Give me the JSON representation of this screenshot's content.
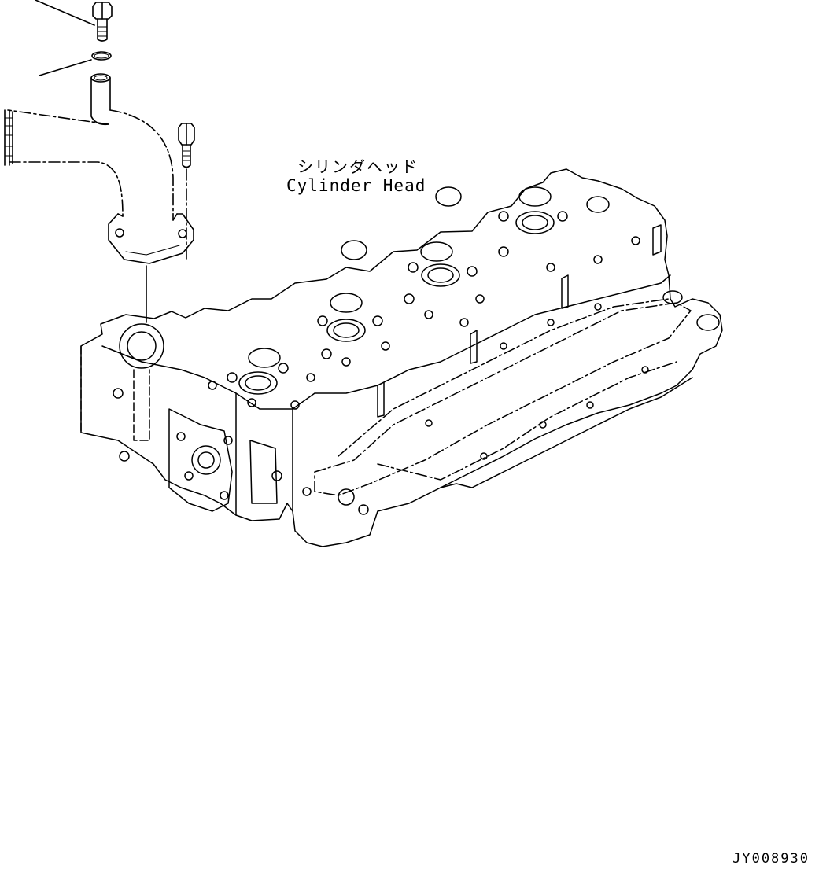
{
  "labels": {
    "part_name_jp": "シリンダヘッド",
    "part_name_en": "Cylinder Head",
    "drawing_id": "JY008930"
  },
  "colors": {
    "line": "#000000",
    "background": "#ffffff"
  }
}
